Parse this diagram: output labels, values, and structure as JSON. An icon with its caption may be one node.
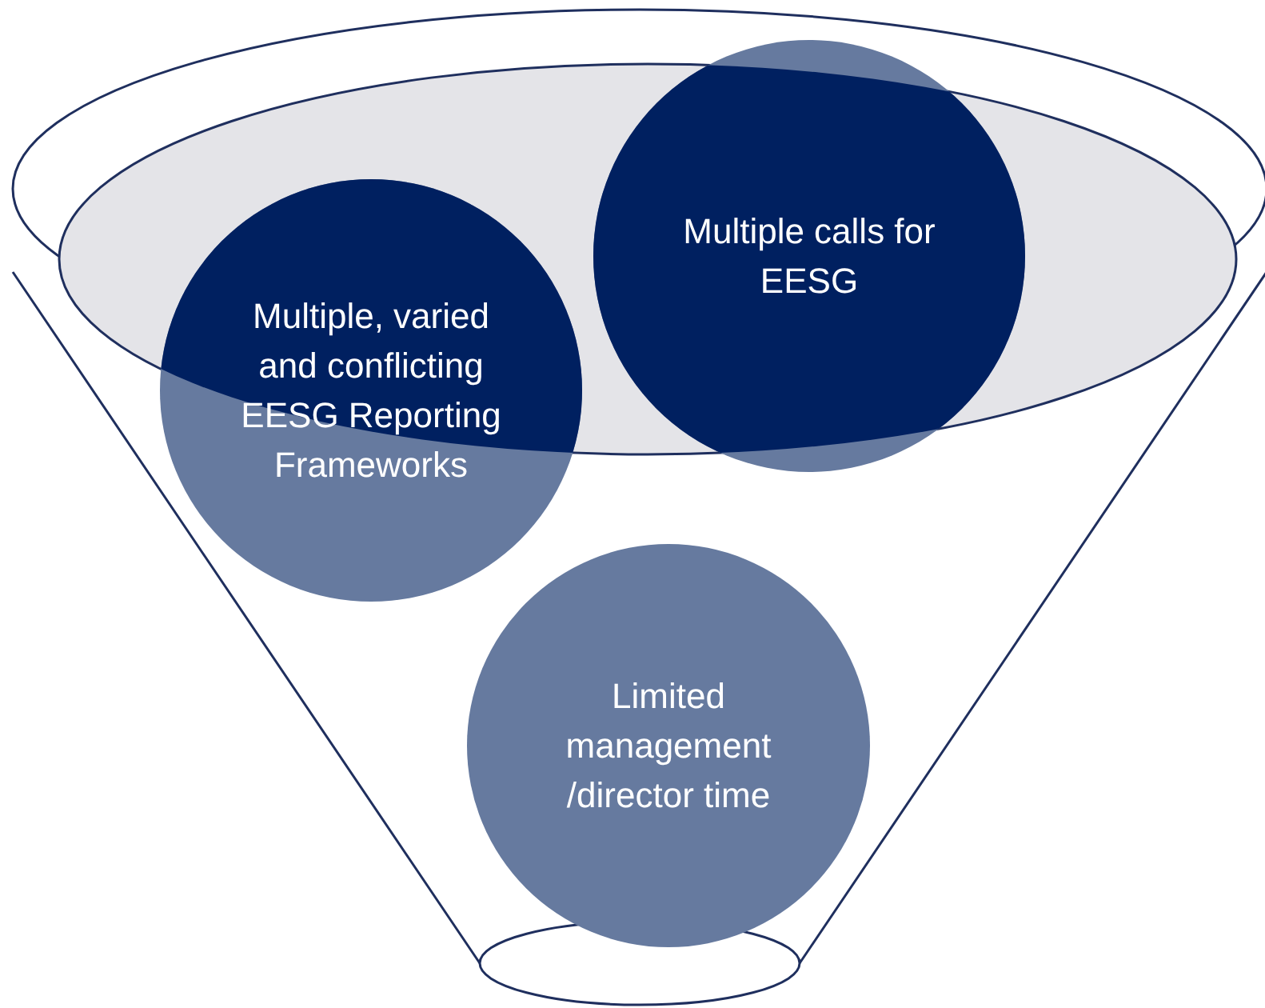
{
  "diagram": {
    "nodes": [
      {
        "text": [
          "Multiple, varied and conflicting EESG Reporting Frameworks"
        ]
      },
      {
        "text": [
          "Multiple calls for EESG"
        ]
      },
      {
        "text": [
          "Limited management /director time"
        ]
      }
    ]
  }
}
